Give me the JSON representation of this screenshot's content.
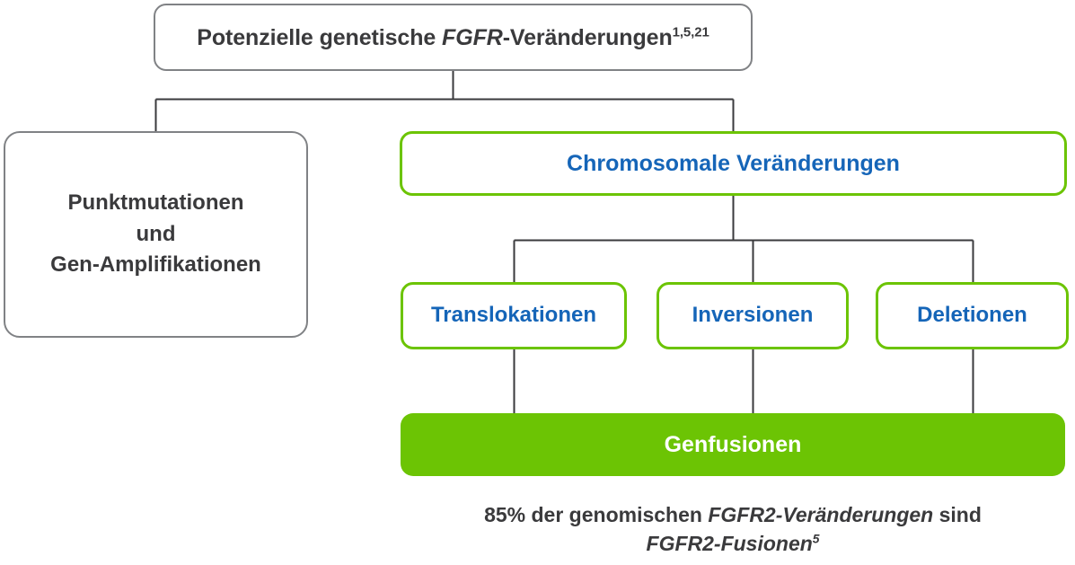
{
  "diagram": {
    "title_node": {
      "text_before": "Potenzielle genetische ",
      "gene": "FGFR",
      "text_after": "-Veränderungen",
      "superscript": "1,5,21",
      "full_text": "Potenzielle genetische FGFR-Veränderungen1,5,21",
      "border_color": "#808285",
      "text_color": "#3a3a3c"
    },
    "branches": {
      "left": {
        "line1": "Punktmutationen",
        "line2": "und",
        "line3": "Gen-Amplifikationen",
        "border_color": "#808285",
        "text_color": "#3a3a3c"
      },
      "right": {
        "label": "Chromosomale Veränderungen",
        "border_color": "#6cc404",
        "text_color": "#1565b8"
      }
    },
    "chromosomal_children": [
      {
        "label": "Translokationen",
        "border_color": "#6cc404",
        "text_color": "#1565b8"
      },
      {
        "label": "Inversionen",
        "border_color": "#6cc404",
        "text_color": "#1565b8"
      },
      {
        "label": "Deletionen",
        "border_color": "#6cc404",
        "text_color": "#1565b8"
      }
    ],
    "outcome_node": {
      "label": "Genfusionen",
      "fill_color": "#6cc404",
      "text_color": "#ffffff"
    },
    "caption": {
      "line1_before": "85% der genomischen ",
      "line1_gene": "FGFR2-Veränderungen",
      "line1_after": " sind",
      "line2_gene": "FGFR2-Fusionen",
      "line2_superscript": "5",
      "full_text": "85% der genomischen FGFR2-Veränderungen sind FGFR2-Fusionen5",
      "percent_value": "85%",
      "text_color": "#3a3a3c"
    },
    "connector_color": "#3a3a3c"
  }
}
